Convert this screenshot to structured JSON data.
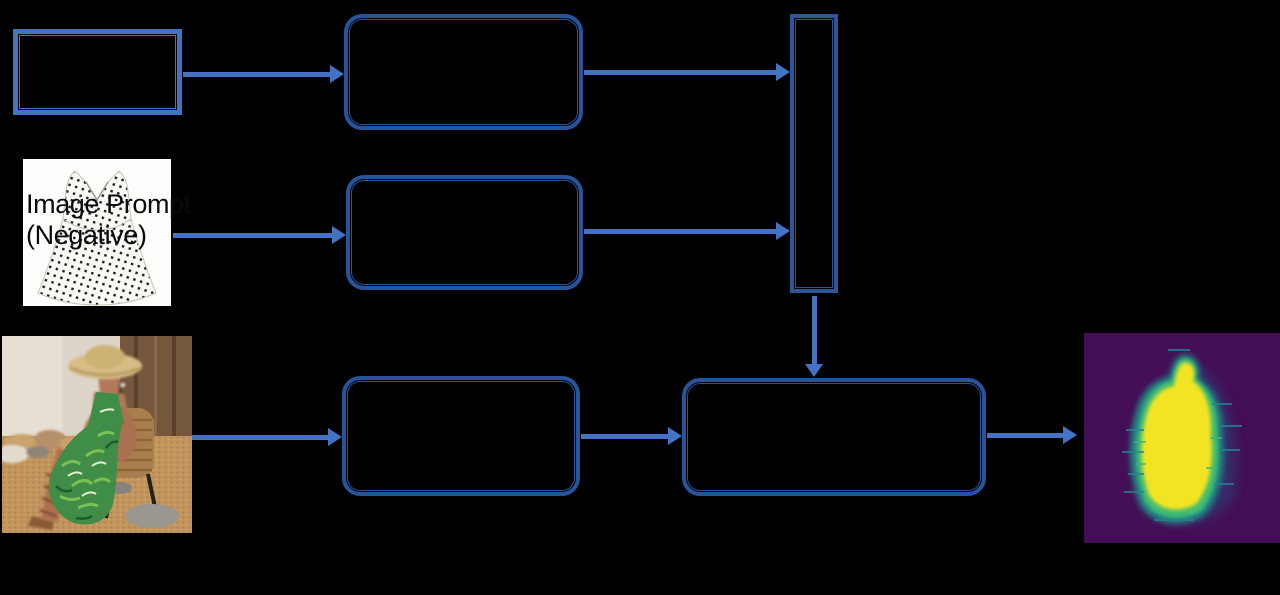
{
  "background": "#000000",
  "colors": {
    "arrow": "#4472C4",
    "input_rect_border": "#4473C6",
    "rounded_box_border": "#27549B",
    "merge_bar_border": "#2E5597",
    "heatmap_background": "#440E57",
    "heatmap_core": "#F2E422",
    "caption_text": "#0A0A0A"
  },
  "nodes": [
    {
      "id": "input-rect",
      "label": ""
    },
    {
      "id": "rounded-box-top",
      "label": ""
    },
    {
      "id": "rounded-box-middle",
      "label": ""
    },
    {
      "id": "merge-bar",
      "label": ""
    },
    {
      "id": "rounded-box-bottom-left",
      "label": ""
    },
    {
      "id": "rounded-box-bottom-right",
      "label": ""
    }
  ],
  "images": {
    "negative_prompt": {
      "description": "white polka-dot dress product photo",
      "caption": {
        "line1": "Image Prompt",
        "line2": "(Negative)"
      }
    },
    "query_photo": {
      "description": "woman in straw hat and green tropical-print dress seated by wicker chair"
    },
    "output_heatmap": {
      "description": "viridis relevance heatmap with yellow dress-shaped blob"
    }
  }
}
